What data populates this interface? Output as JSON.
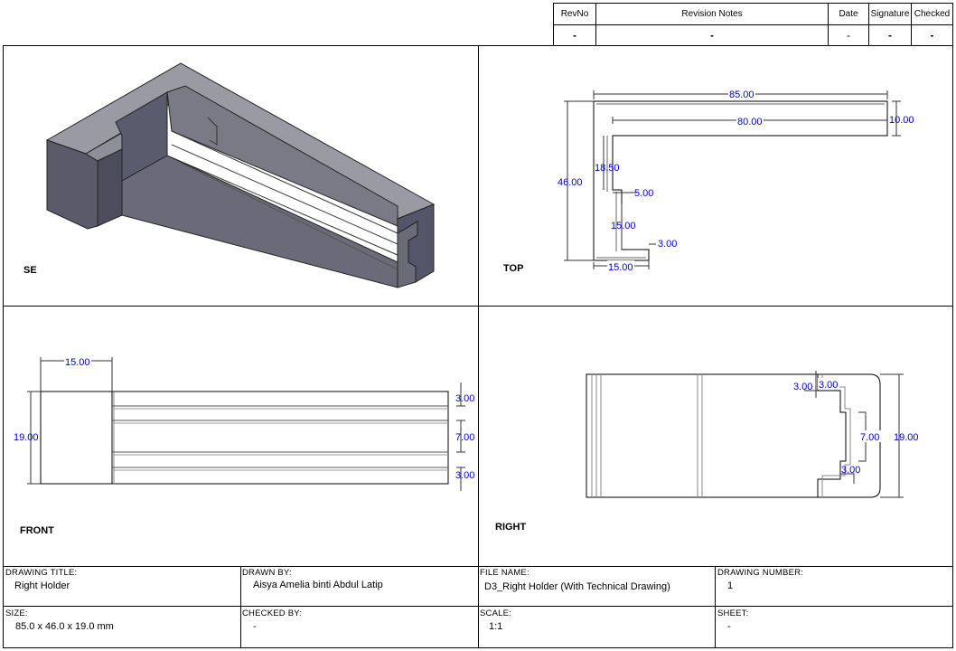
{
  "revision_table": {
    "headers": {
      "revno": "RevNo",
      "notes": "Revision Notes",
      "date": "Date",
      "signature": "Signature",
      "checked": "Checked"
    },
    "values": {
      "revno": "-",
      "notes": "-",
      "date": "-",
      "signature": "-",
      "checked": "-"
    }
  },
  "views": {
    "se": "SE",
    "top": "TOP",
    "front": "FRONT",
    "right": "RIGHT"
  },
  "dimensions": {
    "top": [
      "85.00",
      "80.00",
      "10.00",
      "46.00",
      "18.50",
      "5.00",
      "15.00",
      "3.00",
      "15.00"
    ],
    "front": [
      "15.00",
      "19.00",
      "3.00",
      "7.00",
      "3.00"
    ],
    "right": [
      "3.00",
      "3.00",
      "7.00",
      "19.00",
      "3.00"
    ]
  },
  "title_block": {
    "drawing_title_label": "DRAWING TITLE:",
    "drawing_title": "Right Holder",
    "drawn_by_label": "DRAWN BY:",
    "drawn_by": "Aisya Amelia binti Abdul Latip",
    "file_name_label": "FILE NAME:",
    "file_name": "D3_Right Holder (With Technical Drawing)",
    "drawing_number_label": "DRAWING NUMBER:",
    "drawing_number": "1",
    "size_label": "SIZE:",
    "size": "85.0 x 46.0 x 19.0 mm",
    "checked_by_label": "CHECKED BY:",
    "checked_by": "-",
    "scale_label": "SCALE:",
    "scale": "1:1",
    "sheet_label": "SHEET:",
    "sheet": "-"
  }
}
